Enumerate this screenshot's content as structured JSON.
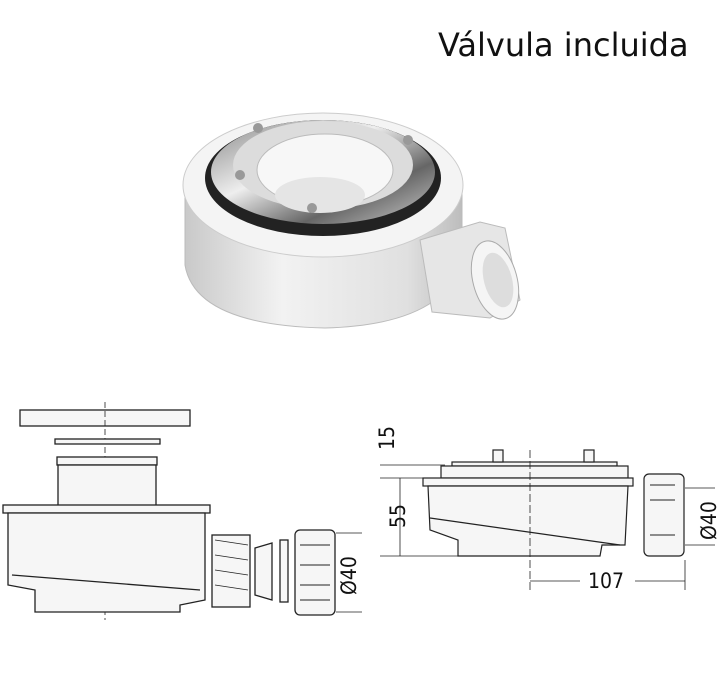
{
  "title": "Válvula incluida",
  "drawing_left": {
    "outlet_diameter": "Ø40"
  },
  "drawing_right": {
    "top_height": "15",
    "body_height": "55",
    "outlet_diameter": "Ø40",
    "outlet_distance": "107"
  }
}
